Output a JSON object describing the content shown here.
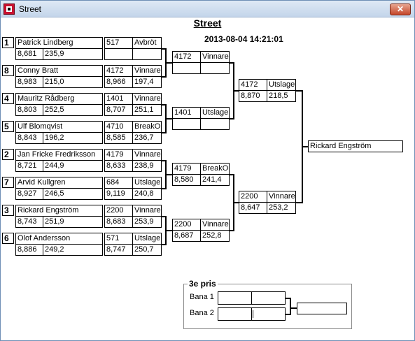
{
  "window": {
    "title": "Street",
    "close_label": "✕"
  },
  "header": {
    "heading": "Street",
    "datetime": "2013-08-04 14:21:01"
  },
  "round1": [
    {
      "seed": "1",
      "name": "Patrick Lindberg",
      "v1": "8,681",
      "v2": "235,9",
      "num": "517",
      "result": "Avbröt",
      "rv1": "",
      "rv2": ""
    },
    {
      "seed": "8",
      "name": "Conny Bratt",
      "v1": "8,983",
      "v2": "215,0",
      "num": "4172",
      "result": "Vinnare",
      "rv1": "8,966",
      "rv2": "197,4"
    },
    {
      "seed": "4",
      "name": "Mauritz Rådberg",
      "v1": "8,803",
      "v2": "252,5",
      "num": "1401",
      "result": "Vinnare",
      "rv1": "8,707",
      "rv2": "251,1"
    },
    {
      "seed": "5",
      "name": "Ulf Blomqvist",
      "v1": "8,843",
      "v2": "196,2",
      "num": "4710",
      "result": "BreakOut",
      "rv1": "8,585",
      "rv2": "236,7"
    },
    {
      "seed": "2",
      "name": "Jan Fricke  Fredriksson",
      "v1": "8,721",
      "v2": "244,9",
      "num": "4179",
      "result": "Vinnare",
      "rv1": "8,633",
      "rv2": "238,9"
    },
    {
      "seed": "7",
      "name": "Arvid Kullgren",
      "v1": "8,927",
      "v2": "246,5",
      "num": "684",
      "result": "Utslagen",
      "rv1": "9,119",
      "rv2": "240,8"
    },
    {
      "seed": "3",
      "name": "Rickard Engström",
      "v1": "8,743",
      "v2": "251,9",
      "num": "2200",
      "result": "Vinnare",
      "rv1": "8,683",
      "rv2": "253,9"
    },
    {
      "seed": "6",
      "name": "Olof Andersson",
      "v1": "8,886",
      "v2": "249,2",
      "num": "571",
      "result": "Utslagen",
      "rv1": "8,747",
      "rv2": "250,7"
    }
  ],
  "round2": [
    {
      "num": "4172",
      "result": "Vinnare",
      "v1": "",
      "v2": ""
    },
    {
      "num": "1401",
      "result": "Utslagen",
      "v1": "",
      "v2": ""
    },
    {
      "num": "4179",
      "result": "BreakOut",
      "v1": "8,580",
      "v2": "241,4"
    },
    {
      "num": "2200",
      "result": "Vinnare",
      "v1": "8,687",
      "v2": "252,8"
    }
  ],
  "semis": [
    {
      "num": "4172",
      "result": "Utslagen",
      "v1": "8,870",
      "v2": "218,5"
    },
    {
      "num": "2200",
      "result": "Vinnare",
      "v1": "8,647",
      "v2": "253,2"
    }
  ],
  "final": {
    "winner": "Rickard Engström"
  },
  "third_place": {
    "title": "3e pris",
    "lane1": "Bana 1",
    "lane2": "Bana 2"
  }
}
